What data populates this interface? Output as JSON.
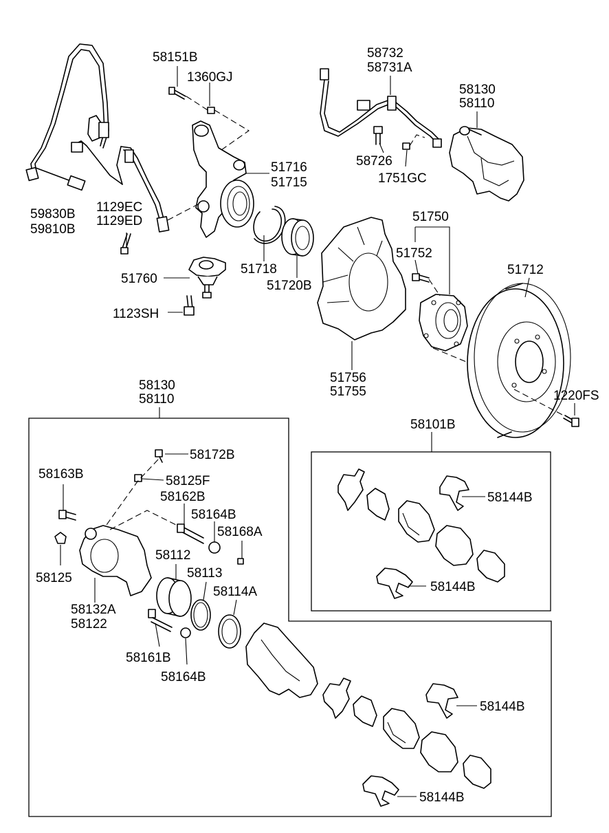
{
  "labels": {
    "l58151B": "58151B",
    "l1360GJ": "1360GJ",
    "l51716": "51716",
    "l51715": "51715",
    "l59830B": "59830B",
    "l59810B": "59810B",
    "l1129EC": "1129EC",
    "l1129ED": "1129ED",
    "l51760": "51760",
    "l1123SH": "1123SH",
    "l51718": "51718",
    "l51720B": "51720B",
    "l58732": "58732",
    "l58731A": "58731A",
    "l58726": "58726",
    "l1751GC": "1751GC",
    "l58130_top": "58130",
    "l58110_top": "58110",
    "l51750": "51750",
    "l51752": "51752",
    "l51712": "51712",
    "l51756": "51756",
    "l51755": "51755",
    "l1220FS": "1220FS",
    "l58130_box": "58130",
    "l58110_box": "58110",
    "l58101B": "58101B",
    "l58172B": "58172B",
    "l58163B": "58163B",
    "l58125F": "58125F",
    "l58162B": "58162B",
    "l58164B_a": "58164B",
    "l58168A": "58168A",
    "l58112": "58112",
    "l58125": "58125",
    "l58113": "58113",
    "l58114A": "58114A",
    "l58132A": "58132A",
    "l58122": "58122",
    "l58161B": "58161B",
    "l58164B_b": "58164B",
    "l58144B_1": "58144B",
    "l58144B_2": "58144B",
    "l58144B_3": "58144B",
    "l58144B_4": "58144B"
  }
}
